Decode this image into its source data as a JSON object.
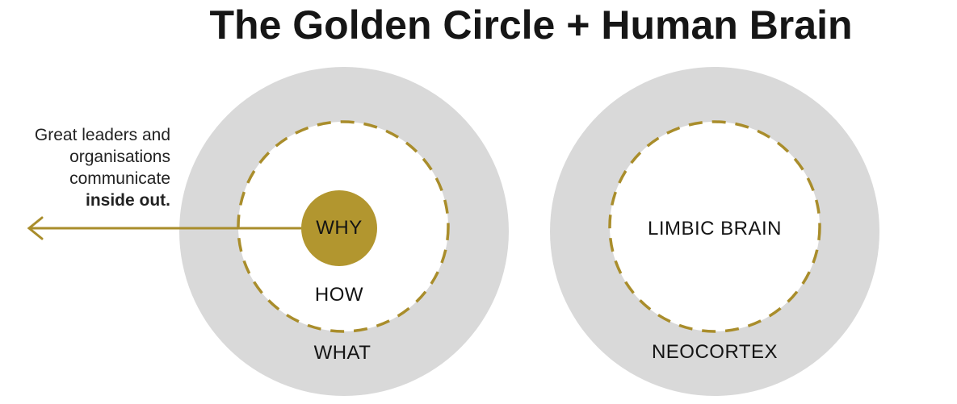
{
  "title": "The Golden Circle + Human Brain",
  "annotation": {
    "line1": "Great leaders and",
    "line2": "organisations",
    "line3": "communicate",
    "line4": "inside out."
  },
  "golden_circle": {
    "why_label": "WHY",
    "how_label": "HOW",
    "what_label": "WHAT"
  },
  "brain_circle": {
    "inner_label": "LIMBIC BRAIN",
    "outer_label": "NEOCORTEX"
  },
  "colors": {
    "ring_gray": "#d9d9d9",
    "gold": "#a98d2b",
    "gold_fill": "#b2962f",
    "text": "#161616"
  }
}
